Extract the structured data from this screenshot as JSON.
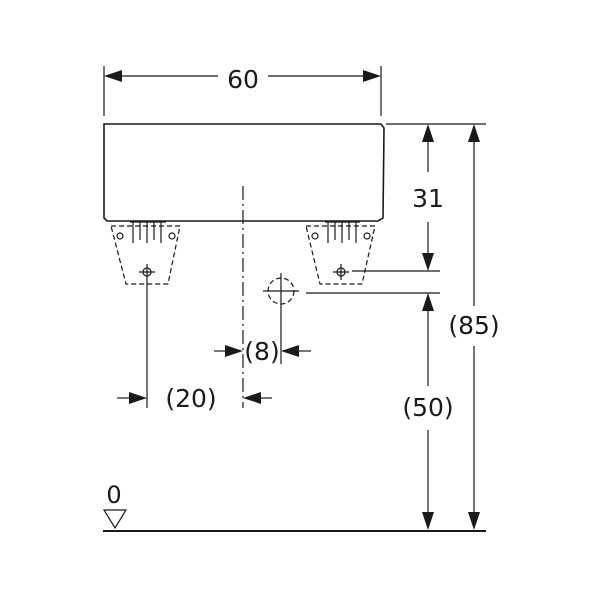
{
  "dimensions": {
    "width": "60",
    "bowl_height": "31",
    "overall_height": "(85)",
    "outlet_height": "(50)",
    "outlet_offset": "(8)",
    "bracket_offset": "(20)"
  },
  "floor": {
    "level_label": "0"
  },
  "colors": {
    "line": "#1a1a1a",
    "background": "#ffffff"
  }
}
